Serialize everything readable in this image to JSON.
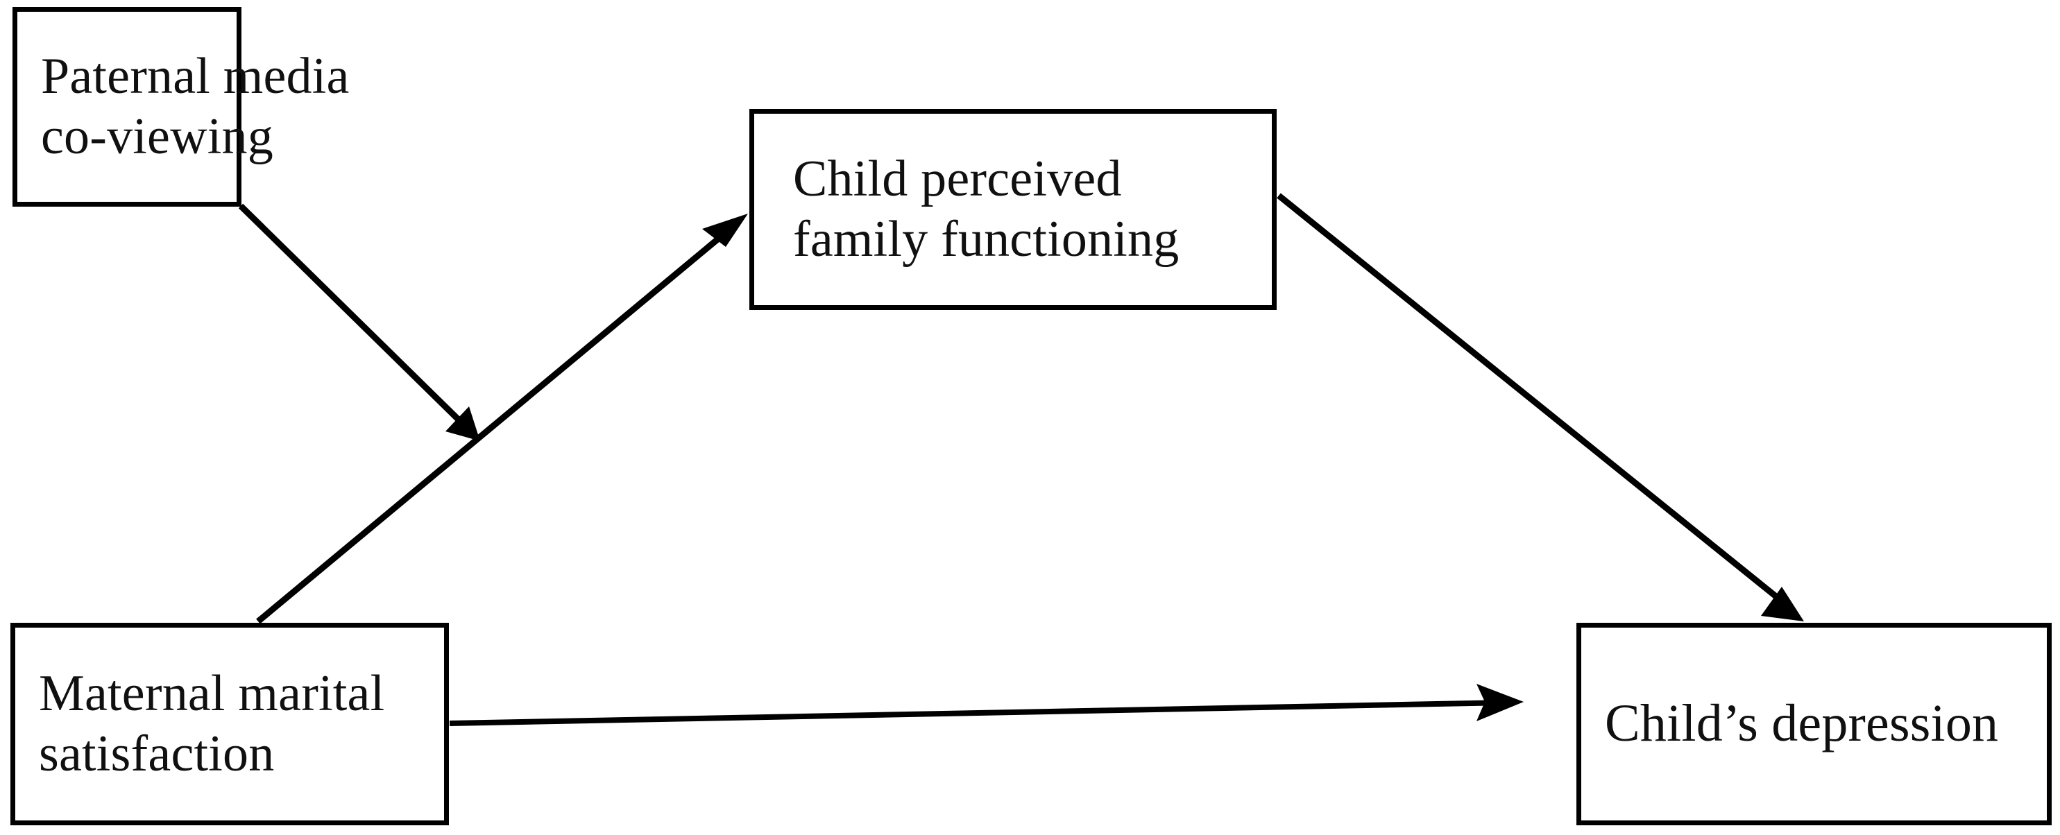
{
  "diagram": {
    "title": "Mediation model diagram",
    "background_color": "#ffffff",
    "stroke_color": "#000000",
    "text_color": "#101010",
    "nodes": [
      {
        "id": "paternal-media-co-viewing",
        "lines": [
          "Paternal media",
          "co-viewing"
        ],
        "text": "Paternal media co-viewing"
      },
      {
        "id": "child-perceived-family-functioning",
        "lines": [
          "Child perceived",
          "family functioning"
        ],
        "text": "Child perceived family functioning"
      },
      {
        "id": "maternal-marital-satisfaction",
        "lines": [
          "Maternal marital",
          "satisfaction"
        ],
        "text": "Maternal marital satisfaction"
      },
      {
        "id": "childs-depression",
        "lines": [
          "Child’s depression"
        ],
        "text": "Child’s depression"
      }
    ],
    "edges": [
      {
        "id": "paternal-to-maternal-path",
        "from": "paternal-media-co-viewing",
        "to": "maternal-to-family-path",
        "style": "solid",
        "arrowhead": "end",
        "direction": "down-right"
      },
      {
        "id": "maternal-to-family",
        "from": "maternal-marital-satisfaction",
        "to": "child-perceived-family-functioning",
        "style": "solid",
        "arrowhead": "end",
        "direction": "up-right"
      },
      {
        "id": "family-to-depression",
        "from": "child-perceived-family-functioning",
        "to": "childs-depression",
        "style": "solid",
        "arrowhead": "end",
        "direction": "down-right"
      },
      {
        "id": "maternal-to-depression",
        "from": "maternal-marital-satisfaction",
        "to": "childs-depression",
        "style": "solid",
        "arrowhead": "end",
        "direction": "right"
      }
    ]
  }
}
